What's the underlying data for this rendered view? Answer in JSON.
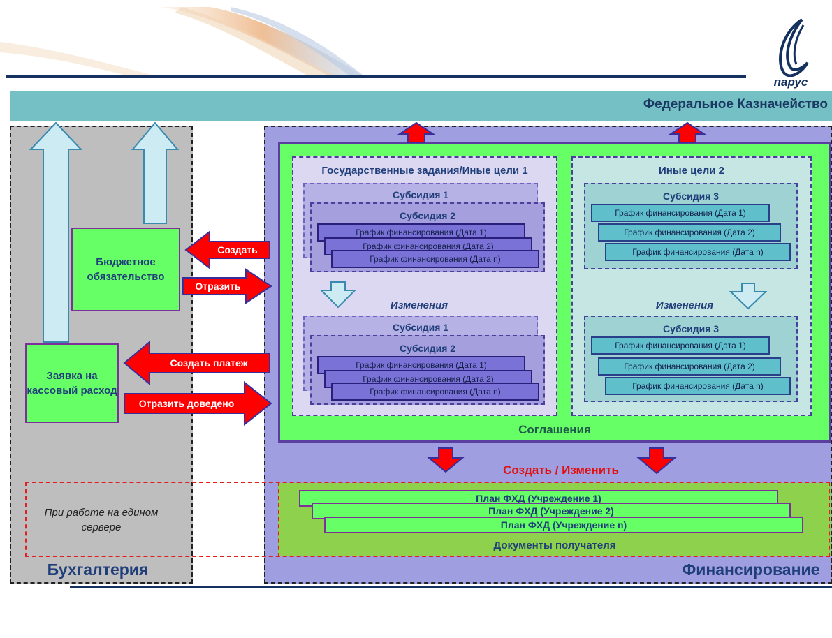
{
  "brand": {
    "logo_text": "парус"
  },
  "treasury": {
    "label": "Федеральное Казначейство"
  },
  "accounting": {
    "label": "Бухгалтерия",
    "budget_obligation": "Бюджетное обязательство",
    "cash_request": "Заявка на кассовый расход",
    "note": "При работе на едином сервере"
  },
  "financing": {
    "label": "Финансирование"
  },
  "actions": {
    "create": "Создать",
    "reflect": "Отразить",
    "create_payment": "Создать платеж",
    "reflect_delivered": "Отразить доведено",
    "create_change": "Создать / Изменить"
  },
  "agreements": {
    "label": "Соглашения",
    "changes_label": "Изменения",
    "gos": {
      "title": "Государственные задания/Иные цели 1",
      "subsidy1": "Субсидия 1",
      "subsidy2": "Субсидия 2",
      "schedules": [
        "График финансирования (Дата 1)",
        "График финансирования (Дата 2)",
        "График финансирования (Дата n)"
      ]
    },
    "other": {
      "title": "Иные цели 2",
      "subsidy3": "Субсидия 3",
      "schedules": [
        "График финансирования (Дата 1)",
        "График финансирования (Дата 2)",
        "График финансирования (Дата n)"
      ]
    }
  },
  "recipient_docs": {
    "label": "Документы получателя",
    "plans": [
      "План ФХД (Учреждение 1)",
      "План ФХД (Учреждение 2)",
      "План ФХД (Учреждение n)"
    ]
  },
  "colors": {
    "treasury_bar": "#74c0c4",
    "accounting_bg": "#bebebe",
    "financing_bg": "#9e9ee0",
    "agreements_bg": "#66ff66",
    "arrow_red": "#ff0000",
    "arrow_light_blue": "#cdebf2",
    "title_blue": "#1f3e7a"
  }
}
